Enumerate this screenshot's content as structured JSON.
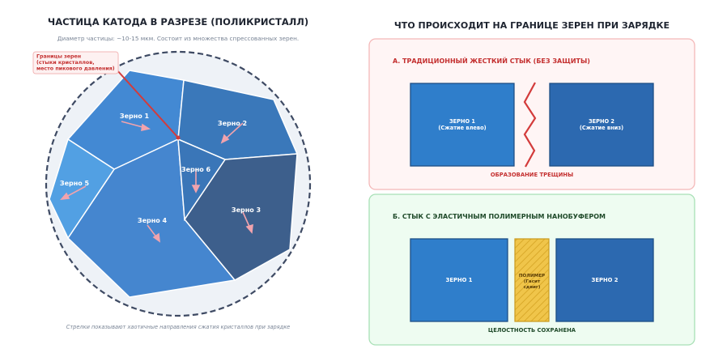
{
  "left": {
    "title": "ЧАСТИЦА КАТОДА В РАЗРЕЗЕ (ПОЛИКРИСТАЛЛ)",
    "subtitle": "Диаметр частицы: ~10-15 мкм. Состоит из множества спрессованных зерен.",
    "callout": {
      "line1": "Границы зерен",
      "line2": "(стыки кристаллов,",
      "line3": "место пикового давления)"
    },
    "grains": [
      {
        "id": "1",
        "label": "Зерно 1",
        "color": "#4389d3"
      },
      {
        "id": "2",
        "label": "Зерно 2",
        "color": "#3a78ba"
      },
      {
        "id": "3",
        "label": "Зерно 3",
        "color": "#3d5f8c"
      },
      {
        "id": "4",
        "label": "Зерно 4",
        "color": "#4586cf"
      },
      {
        "id": "5",
        "label": "Зерно 5",
        "color": "#52a0e3"
      },
      {
        "id": "6",
        "label": "Зерно 6",
        "color": "#3a76b8"
      }
    ],
    "footnote": "Стрелки показывают хаотичные направления сжатия кристаллов при зарядке"
  },
  "right": {
    "title": "ЧТО ПРОИСХОДИТ НА ГРАНИЦЕ ЗЕРЕН ПРИ ЗАРЯДКЕ",
    "panel_a": {
      "title": "А. ТРАДИЦИОННЫЙ ЖЕСТКИЙ СТЫК (БЕЗ ЗАЩИТЫ)",
      "grain1": {
        "name": "ЗЕРНО 1",
        "note": "(Сжатие влево)"
      },
      "grain2": {
        "name": "ЗЕРНО 2",
        "note": "(Сжатие вниз)"
      },
      "caption": "ОБРАЗОВАНИЕ ТРЕЩИНЫ"
    },
    "panel_b": {
      "title": "Б. СТЫК С ЭЛАСТИЧНЫМ ПОЛИМЕРНЫМ НАНОБУФЕРОМ",
      "grain1": "ЗЕРНО 1",
      "grain2": "ЗЕРНО 2",
      "polymer": {
        "line1": "ПОЛИМЕР",
        "line2": "(Гасит",
        "line3": "сдвиг)"
      },
      "caption": "ЦЕЛОСТНОСТЬ СОХРАНЕНА"
    }
  },
  "colors": {
    "title": "#1e2430",
    "muted": "#7a8596",
    "crack": "#d33b3b",
    "red_text": "#c43030",
    "green_text": "#1f4a2a",
    "arrow": "#f1a3ad",
    "boundary": "#3e4a63",
    "grain_blue": "#2f7ecb",
    "grain_blue_dark": "#2c69b0",
    "polymer": "#f0c54a"
  }
}
